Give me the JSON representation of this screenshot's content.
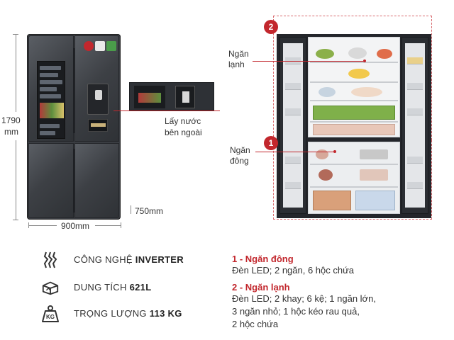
{
  "dimensions": {
    "height_value": "1790",
    "height_unit": "mm",
    "depth": "750mm",
    "width": "900mm"
  },
  "external_water": {
    "label_line1": "Lấy nước",
    "label_line2": "bên ngoài"
  },
  "zones": [
    {
      "number": "2",
      "label_line1": "Ngăn",
      "label_line2": "lạnh"
    },
    {
      "number": "1",
      "label_line1": "Ngăn",
      "label_line2": "đông"
    }
  ],
  "specs": [
    {
      "icon": "inverter-icon",
      "label": "CÔNG NGHỆ ",
      "value": "INVERTER"
    },
    {
      "icon": "capacity-icon",
      "label": "DUNG TÍCH ",
      "value": "621L"
    },
    {
      "icon": "weight-kg-icon",
      "label": "TRỌNG LƯỢNG ",
      "value": "113 KG",
      "icon_text": "KG"
    }
  ],
  "details": [
    {
      "title": "1 - Ngăn đông",
      "lines": [
        "Đèn LED; 2 ngăn, 6 hộc chứa"
      ]
    },
    {
      "title": "2 - Ngăn lạnh",
      "lines": [
        "Đèn LED; 2 khay; 6 kệ; 1 ngăn lớn,",
        "3 ngăn nhỏ; 1 hộc kéo rau quả,",
        "2 hộc chứa"
      ]
    }
  ],
  "colors": {
    "accent_red": "#c2272d",
    "fridge_dark": "#3a3d42"
  }
}
